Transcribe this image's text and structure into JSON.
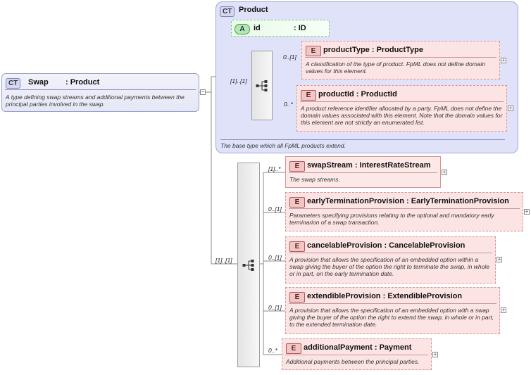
{
  "swap": {
    "badge": "CT",
    "name": "Swap",
    "type": ": Product",
    "doc": "A type defining swap streams and additional payments between the principal parties involved in the swap."
  },
  "product": {
    "badge": "CT",
    "name": "Product",
    "doc": "The base type which all FpML products extend."
  },
  "attribute": {
    "badge": "A",
    "name": "id",
    "type": ": ID"
  },
  "product_sequence_card": "[1]..[1]",
  "swap_sequence_card": "[1]..[1]",
  "product_elements": [
    {
      "badge": "E",
      "card": "0..[1]",
      "name": "productType",
      "type": ": ProductType",
      "doc": "A classification of the type of product. FpML does not define domain values for this element."
    },
    {
      "badge": "E",
      "card": "0..*",
      "name": "productId",
      "type": ": ProductId",
      "doc": "A product reference identifier allocated by a party. FpML does not define the domain values associated with this element. Note that the domain values for this element are not strictly an enumerated list."
    }
  ],
  "swap_elements": [
    {
      "badge": "E",
      "card": "[1]..*",
      "name": "swapStream",
      "type": ": InterestRateStream",
      "doc": "The swap streams."
    },
    {
      "badge": "E",
      "card": "0..[1]",
      "name": "earlyTerminationProvision",
      "type": ": EarlyTerminationProvision",
      "doc": "Parameters specifying provisions relating to the optional and mandatory early terminarion of a swap transaction."
    },
    {
      "badge": "E",
      "card": "0..[1]",
      "name": "cancelableProvision",
      "type": ": CancelableProvision",
      "doc": "A provision that allows the specification of an embedded option within a swap giving the buyer of the option the right to terminate the swap, in whole or in part, on the early termination date."
    },
    {
      "badge": "E",
      "card": "0..[1]",
      "name": "extendibleProvision",
      "type": ": ExtendibleProvision",
      "doc": "A provision that allows the specification of an embedded option with a swap giving the buyer of the option the right to extend the swap, in whole or in part, to the extended termination date."
    },
    {
      "badge": "E",
      "card": "0..*",
      "name": "additionalPayment",
      "type": ": Payment",
      "doc": "Additional payments between the principal parties."
    }
  ],
  "colors": {
    "complex_type": "#e6e7f6",
    "group_fill": "#e0e2fa",
    "attribute": "#e8fbe8",
    "element": "#fde4e4",
    "connector": "#8a8a8a"
  }
}
